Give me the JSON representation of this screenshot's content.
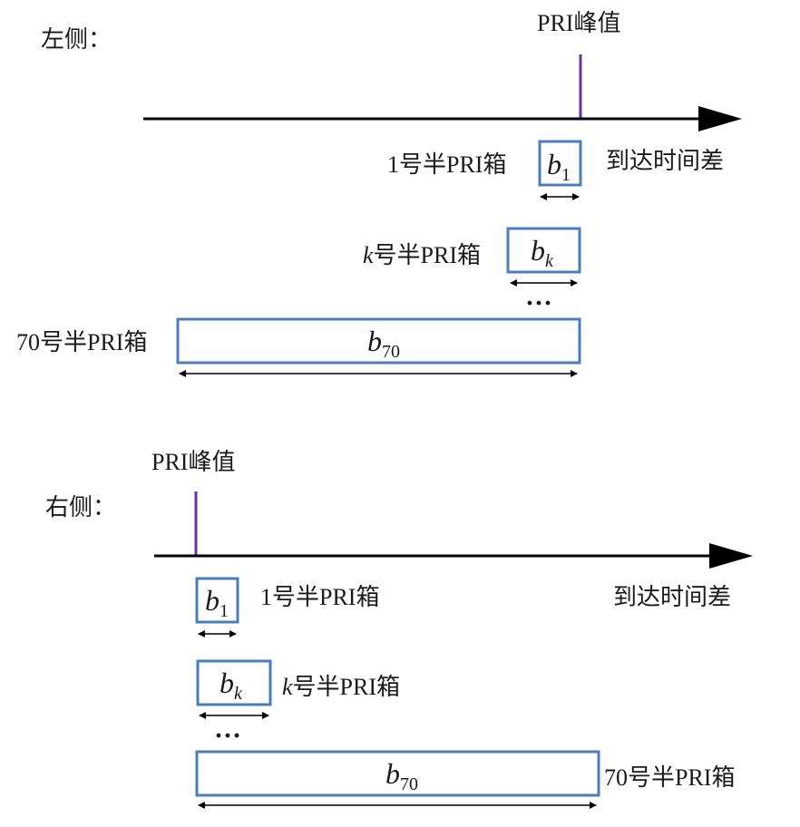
{
  "left": {
    "side_label": "左侧：",
    "peak_label": "PRI峰值",
    "axis_label": "到达时间差",
    "bins": [
      {
        "label": "1号半PRI箱",
        "label_k": "",
        "label_rest": "",
        "sym": "b",
        "sub": "1"
      },
      {
        "label": "",
        "label_k": "k",
        "label_rest": "号半PRI箱",
        "sym": "b",
        "sub": "k"
      },
      {
        "label": "70号半PRI箱",
        "label_k": "",
        "label_rest": "",
        "sym": "b",
        "sub": "70"
      }
    ],
    "ellipsis": "···"
  },
  "right": {
    "side_label": "右侧：",
    "peak_label": "PRI峰值",
    "axis_label": "到达时间差",
    "bins": [
      {
        "label": "1号半PRI箱",
        "label_k": "",
        "label_rest": "",
        "sym": "b",
        "sub": "1"
      },
      {
        "label": "",
        "label_k": "k",
        "label_rest": "号半PRI箱",
        "sym": "b",
        "sub": "k"
      },
      {
        "label": "70号半PRI箱",
        "label_k": "",
        "label_rest": "",
        "sym": "b",
        "sub": "70"
      }
    ],
    "ellipsis": "···"
  },
  "colors": {
    "box": "#4a7ebb",
    "peak": "#7030a0",
    "axis": "#000000"
  }
}
